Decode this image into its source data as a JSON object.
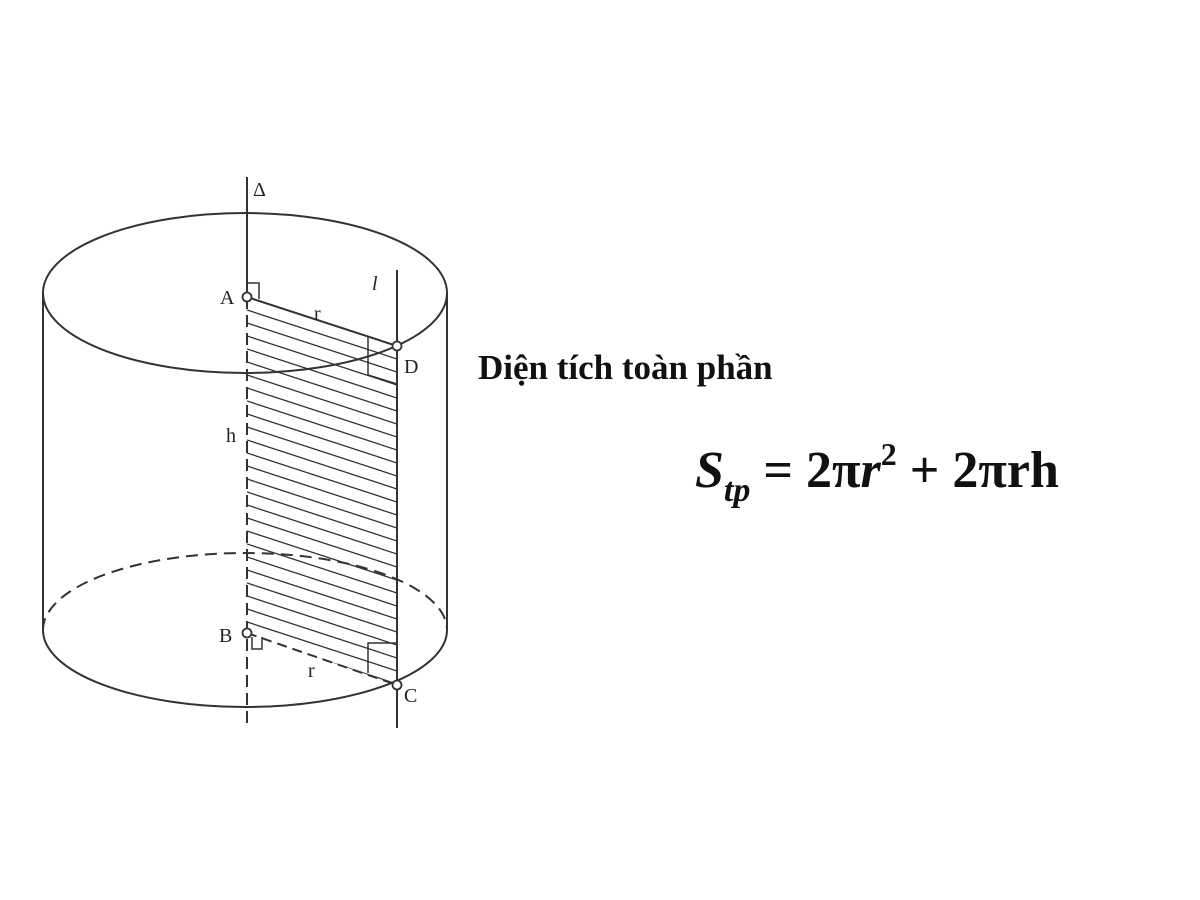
{
  "diagram": {
    "labels": {
      "axis": "Δ",
      "line": "l",
      "A": "A",
      "B": "B",
      "C": "C",
      "D": "D",
      "radius_top": "r",
      "radius_bottom": "r",
      "height": "h"
    }
  },
  "text": {
    "title": "Diện tích toàn phần",
    "formula": {
      "S": "S",
      "sub": "tp",
      "eq": " = 2π",
      "r": "r",
      "sup": "2",
      "rest": " + 2πrh"
    }
  }
}
